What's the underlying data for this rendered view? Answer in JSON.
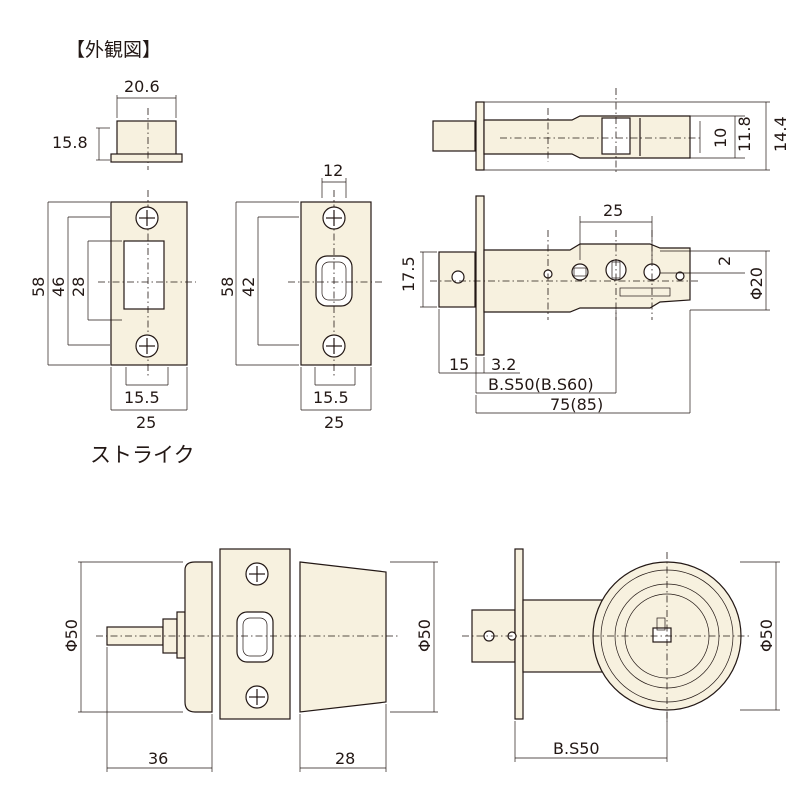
{
  "title": "【外観図】",
  "strike_caption": "ストライク",
  "dims": {
    "strike_top_w": "20.6",
    "strike_top_h": "15.8",
    "strike1_h_total": "58",
    "strike1_h_mid": "46",
    "strike1_h_in": "28",
    "strike1_w_in": "15.5",
    "strike1_w": "25",
    "strike2_top": "12",
    "strike2_h_total": "58",
    "strike2_h_in": "42",
    "strike2_w_in": "15.5",
    "strike2_w": "25",
    "latch_top_10": "10",
    "latch_top_118": "11.8",
    "latch_top_144": "14.4",
    "latch_25": "25",
    "latch_175": "17.5",
    "latch_2": "2",
    "latch_phi20": "Φ20",
    "latch_15": "15",
    "latch_32": "3.2",
    "latch_bs": "B.S50(B.S60)",
    "latch_75": "75(85)",
    "assy_phi50_left": "Φ50",
    "assy_phi50_mid": "Φ50",
    "assy_phi50_right": "Φ50",
    "assy_36": "36",
    "assy_28": "28",
    "assy_bs": "B.S50"
  }
}
